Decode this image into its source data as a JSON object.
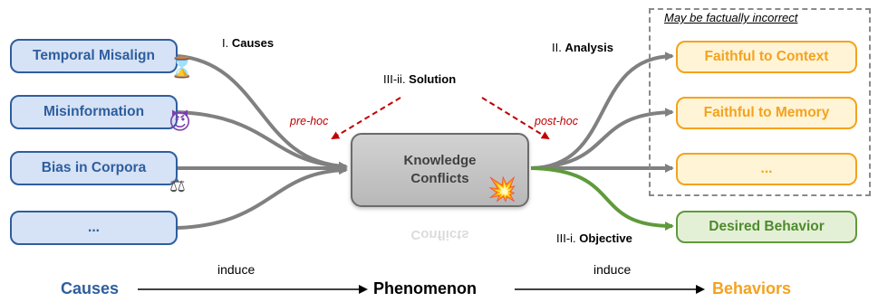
{
  "causes": {
    "items": [
      {
        "label": "Temporal Misalign",
        "icon": "hourglass-icon"
      },
      {
        "label": "Misinformation",
        "icon": "smiling-devil-icon"
      },
      {
        "label": "Bias in Corpora",
        "icon": "scales-icon"
      },
      {
        "label": "..."
      }
    ]
  },
  "center": {
    "line1": "Knowledge",
    "line2": "Conflicts",
    "icon": "explosion-icon"
  },
  "behaviors": {
    "note": "May be factually incorrect",
    "items": [
      {
        "label": "Faithful to Context"
      },
      {
        "label": "Faithful to Memory"
      },
      {
        "label": "..."
      }
    ],
    "desired": "Desired Behavior"
  },
  "labels": {
    "causes_num": "I. ",
    "causes_word": "Causes",
    "analysis_num": "II. ",
    "analysis_word": "Analysis",
    "solution_num": "III-ii. ",
    "solution_word": "Solution",
    "objective_num": "III-i. ",
    "objective_word": "Objective",
    "pre_hoc": "pre-hoc",
    "post_hoc": "post-hoc"
  },
  "bottom": {
    "causes": "Causes",
    "phenomenon": "Phenomenon",
    "behaviors": "Behaviors",
    "induce1": "induce",
    "induce2": "induce"
  },
  "colors": {
    "blue": "#2e5e9e",
    "orange": "#f4a21e",
    "green": "#5f9a3b",
    "gray": "#808080",
    "red": "#c00000"
  }
}
